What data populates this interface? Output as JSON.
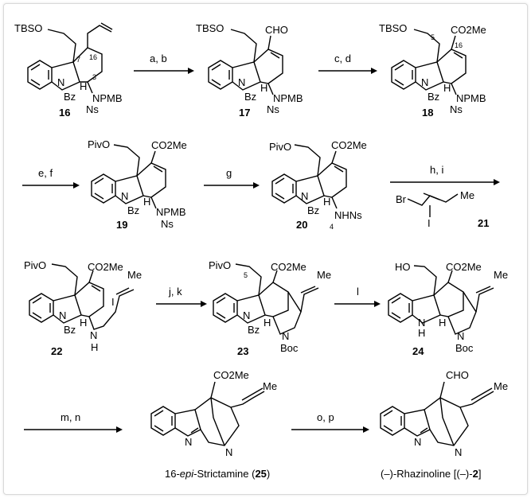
{
  "scheme": {
    "compounds": [
      {
        "id": "16",
        "number": "16",
        "labels": {
          "tbso": "TBSO",
          "bz": "Bz",
          "h": "H",
          "npmb": "NPMB",
          "ns": "Ns",
          "pos7": "7",
          "pos16": "16",
          "pos3": "3"
        }
      },
      {
        "id": "17",
        "number": "17",
        "labels": {
          "tbso": "TBSO",
          "cho": "CHO",
          "bz": "Bz",
          "h": "H",
          "npmb": "NPMB",
          "ns": "Ns"
        }
      },
      {
        "id": "18",
        "number": "18",
        "labels": {
          "tbso": "TBSO",
          "co2me": "CO2Me",
          "bz": "Bz",
          "h": "H",
          "npmb": "NPMB",
          "ns": "Ns",
          "pos5": "5",
          "pos16": "16"
        }
      },
      {
        "id": "19",
        "number": "19",
        "labels": {
          "pivo": "PivO",
          "co2me": "CO2Me",
          "bz": "Bz",
          "h": "H",
          "npmb": "NPMB",
          "ns": "Ns"
        }
      },
      {
        "id": "20",
        "number": "20",
        "labels": {
          "pivo": "PivO",
          "co2me": "CO2Me",
          "bz": "Bz",
          "h": "H",
          "nhns": "NHNs",
          "pos4": "4"
        }
      },
      {
        "id": "21",
        "number": "21",
        "labels": {
          "br": "Br",
          "i": "I",
          "me": "Me"
        }
      },
      {
        "id": "22",
        "number": "22",
        "labels": {
          "pivo": "PivO",
          "co2me": "CO2Me",
          "bz": "Bz",
          "h": "H",
          "n": "N",
          "hn": "H",
          "i": "I",
          "me": "Me"
        }
      },
      {
        "id": "23",
        "number": "23",
        "labels": {
          "pivo": "PivO",
          "co2me": "CO2Me",
          "bz": "Bz",
          "h": "H",
          "n": "N",
          "boc": "Boc",
          "me": "Me",
          "pos5": "5"
        }
      },
      {
        "id": "24",
        "number": "24",
        "labels": {
          "ho": "HO",
          "co2me": "CO2Me",
          "nh": "N",
          "h1": "H",
          "h2": "H",
          "n": "N",
          "boc": "Boc",
          "me": "Me"
        }
      },
      {
        "id": "25",
        "name": "16-epi-Strictamine (25)",
        "name_parts": {
          "pre": "16-",
          "italic": "epi",
          "post": "-Strictamine (",
          "bold": "25",
          "end": ")"
        },
        "labels": {
          "co2me": "CO2Me",
          "n1": "N",
          "n2": "N",
          "me": "Me"
        }
      },
      {
        "id": "2",
        "name": "(–)-Rhazinoline [(–)-2]",
        "name_parts": {
          "pre": "(–)-Rhazinoline [(–)-",
          "bold": "2",
          "end": "]"
        },
        "labels": {
          "cho": "CHO",
          "n1": "N",
          "n2": "N",
          "me": "Me"
        }
      }
    ],
    "arrows": [
      {
        "conditions": "a, b"
      },
      {
        "conditions": "c, d"
      },
      {
        "conditions": "e, f"
      },
      {
        "conditions": "g"
      },
      {
        "conditions": "h, i"
      },
      {
        "conditions": "j, k"
      },
      {
        "conditions": "l"
      },
      {
        "conditions": "m, n"
      },
      {
        "conditions": "o, p"
      }
    ]
  }
}
